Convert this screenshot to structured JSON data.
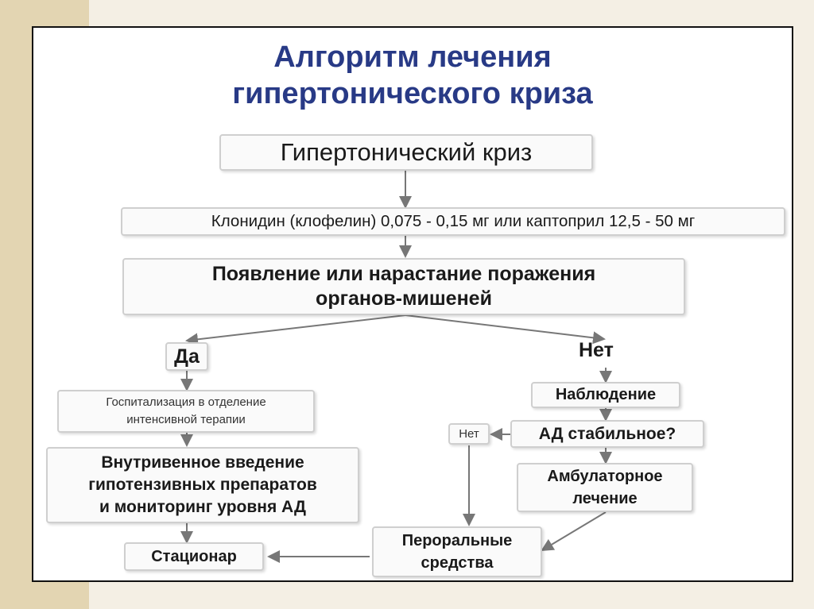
{
  "title": {
    "line1": "Алгоритм лечения",
    "line2": "гипертонического криза"
  },
  "nodes": {
    "crisis": "Гипертонический криз",
    "drugs": "Клонидин (клофелин) 0,075 - 0,15 мг или каптоприл 12,5 - 50 мг",
    "damage_line1": "Появление или нарастание поражения",
    "damage_line2": "органов-мишеней",
    "yes": "Да",
    "no": "Нет",
    "hospital_line1": "Госпитализация в отделение",
    "hospital_line2": "интенсивной терапии",
    "iv_line1": "Внутривенное введение",
    "iv_line2": "гипотензивных препаратов",
    "iv_line3": "и мониторинг уровня АД",
    "stationary": "Стационар",
    "observation": "Наблюдение",
    "bp_stable": "АД стабильное?",
    "no_small": "Нет",
    "ambulatory_line1": "Амбулаторное",
    "ambulatory_line2": "лечение",
    "oral_line1": "Пероральные",
    "oral_line2": "средства"
  },
  "colors": {
    "title": "#283a86",
    "box_border": "#cfcfcf",
    "line": "#777777"
  }
}
